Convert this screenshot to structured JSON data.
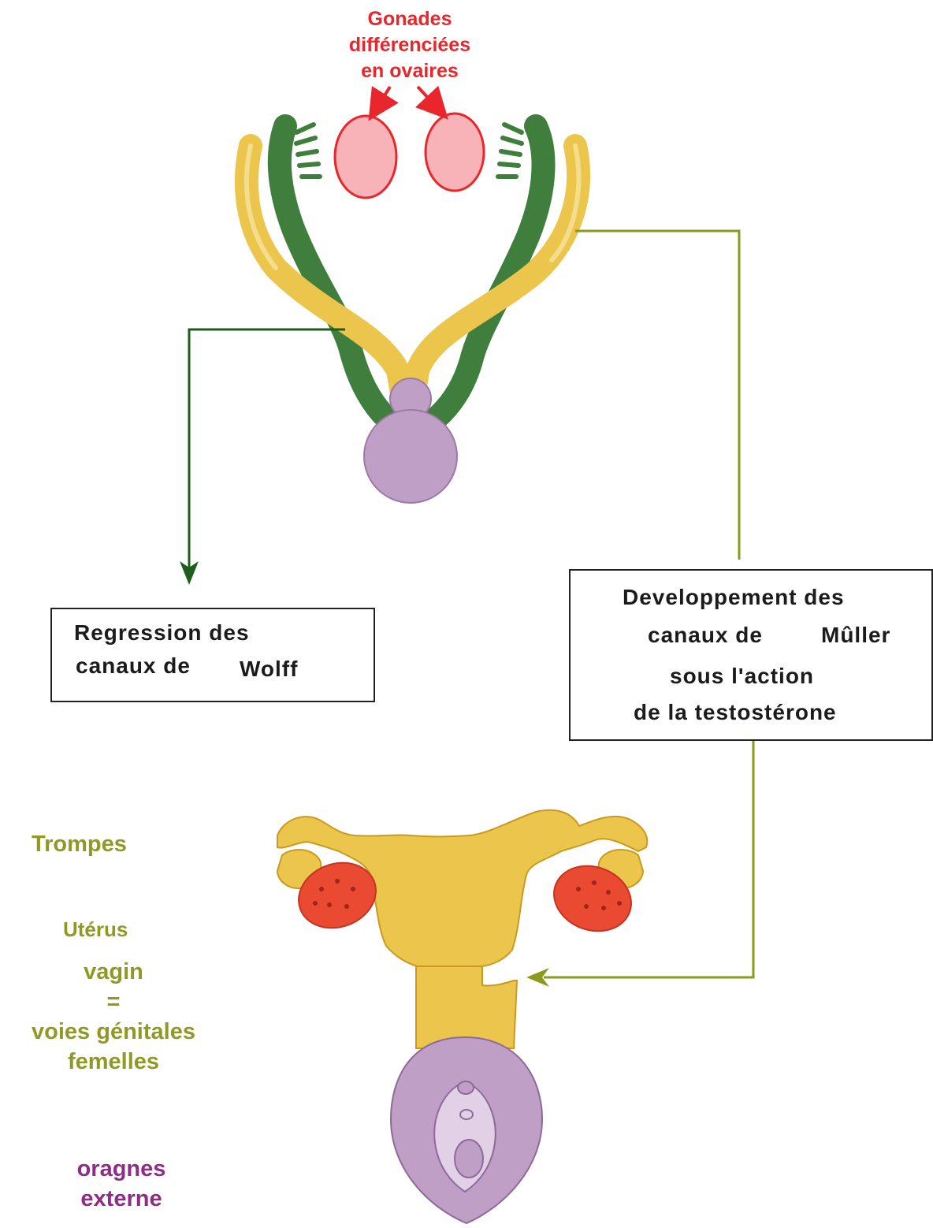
{
  "labels": {
    "gonades": [
      "Gonades",
      "différenciées",
      "en ovaires"
    ],
    "trompes": "Trompes",
    "uterus": "Utérus",
    "vagin": [
      "vagin",
      "=",
      "voies génitales",
      "femelles"
    ],
    "organes": [
      "oragnes",
      "externe"
    ]
  },
  "boxes": {
    "wolff": [
      "Regression des",
      "canaux de",
      "Wolff"
    ],
    "muller": [
      "Developpement des",
      "canaux de",
      "Mûller",
      "sous l'action",
      "de la testostérone"
    ]
  },
  "colors": {
    "muller_duct": "#ecc64c",
    "wolff_duct": "#3f7e3c",
    "gonad": "#f7b3b7",
    "gonad_outline": "#e8262b",
    "sinus": "#bf9fc6",
    "ovary": "#ea4a32",
    "olive_arrow": "#8a9a1e",
    "green_arrow": "#1d5e1d"
  }
}
